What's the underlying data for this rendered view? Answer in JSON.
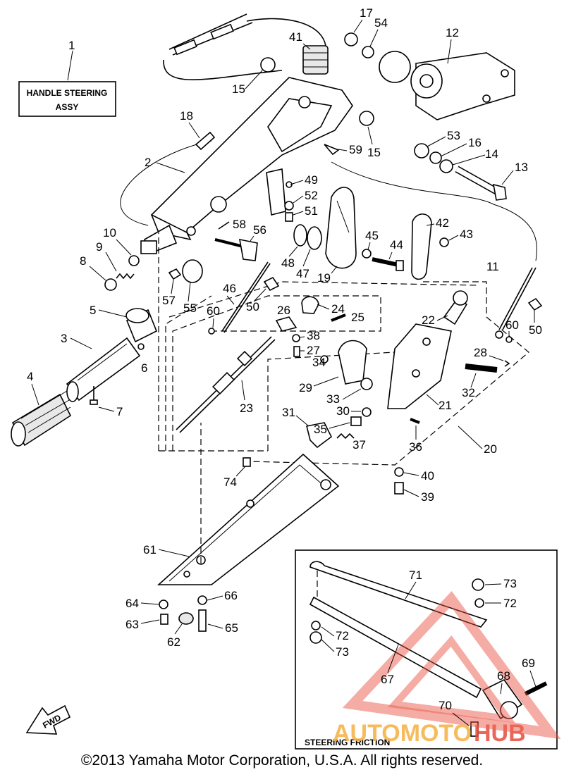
{
  "handle_box": {
    "line1": "HANDLE STEERING",
    "line2": "ASSY"
  },
  "inset_label": "STEERING FRICTION",
  "fwd_label": "FWD",
  "watermark": {
    "part1": "AUTOMOTO",
    "part2": "HUB",
    "color1": "#f5b041",
    "color2": "#e74c3c"
  },
  "copyright": "©2013 Yamaha Motor Corporation, U.S.A. All rights reserved.",
  "parts": {
    "p1": "1",
    "p2": "2",
    "p3": "3",
    "p4": "4",
    "p5": "5",
    "p6": "6",
    "p7": "7",
    "p8": "8",
    "p9": "9",
    "p10": "10",
    "p11": "11",
    "p12": "12",
    "p13": "13",
    "p14": "14",
    "p15a": "15",
    "p15b": "15",
    "p16": "16",
    "p17": "17",
    "p18": "18",
    "p19": "19",
    "p20": "20",
    "p21": "21",
    "p22": "22",
    "p23": "23",
    "p24": "24",
    "p25": "25",
    "p26": "26",
    "p27": "27",
    "p28": "28",
    "p29": "29",
    "p30": "30",
    "p31": "31",
    "p32": "32",
    "p33": "33",
    "p34": "34",
    "p35": "35",
    "p36": "36",
    "p37": "37",
    "p38": "38",
    "p39": "39",
    "p40": "40",
    "p41": "41",
    "p42": "42",
    "p43": "43",
    "p44": "44",
    "p45": "45",
    "p46": "46",
    "p47": "47",
    "p48": "48",
    "p49": "49",
    "p50a": "50",
    "p50b": "50",
    "p51": "51",
    "p52": "52",
    "p53": "53",
    "p54": "54",
    "p55": "55",
    "p56": "56",
    "p57": "57",
    "p58": "58",
    "p59": "59",
    "p60a": "60",
    "p60b": "60",
    "p61": "61",
    "p62": "62",
    "p63": "63",
    "p64": "64",
    "p65": "65",
    "p66": "66",
    "p67": "67",
    "p68": "68",
    "p69": "69",
    "p70": "70",
    "p71": "71",
    "p72a": "72",
    "p72b": "72",
    "p73a": "73",
    "p73b": "73",
    "p74": "74"
  }
}
